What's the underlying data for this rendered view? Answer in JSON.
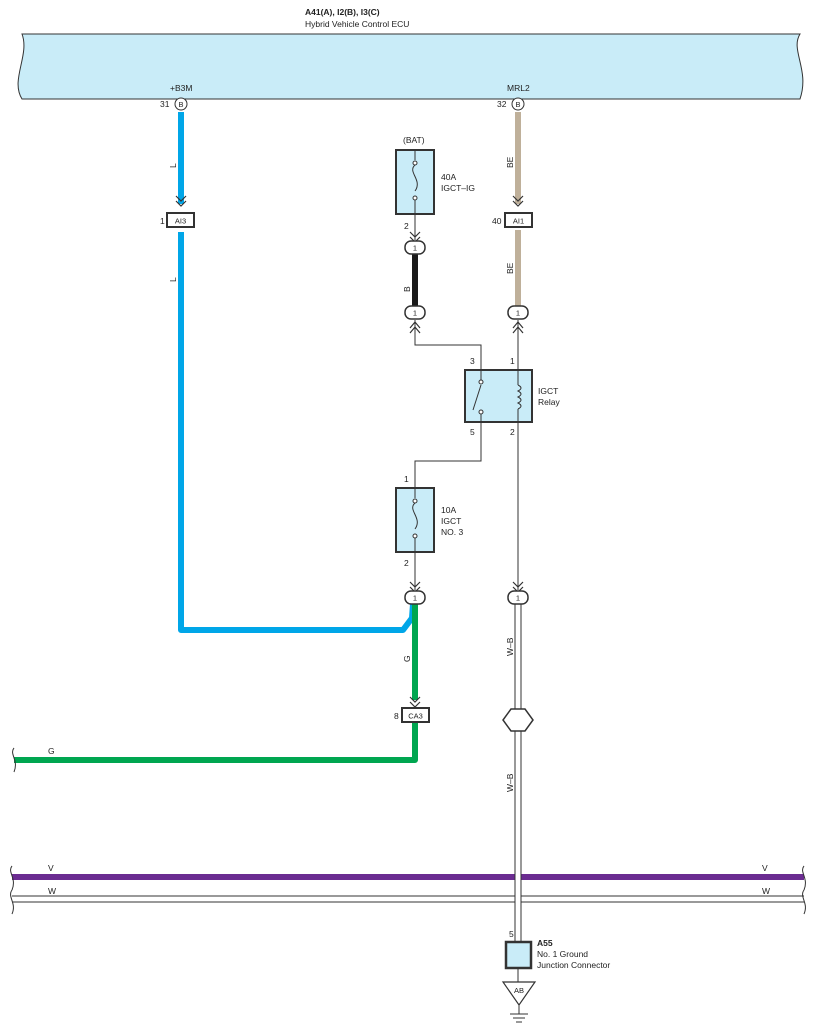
{
  "ecu": {
    "code": "A41(A), I2(B), I3(C)",
    "name": "Hybrid Vehicle Control ECU",
    "pin_left": {
      "name": "+B3M",
      "number": "31",
      "conn": "B"
    },
    "pin_right": {
      "name": "MRL2",
      "number": "32",
      "conn": "B"
    }
  },
  "wire_colors": {
    "L": "#00a6e8",
    "G": "#00a650",
    "B": "#1a1a1a",
    "BE": "#bfb09a",
    "V": "#6b2c91",
    "W": "#ffffff",
    "WB": "#ffffff",
    "ecu_fill": "#c9ecf8"
  },
  "wire_labels": {
    "l_upper": "L",
    "l_lower": "L",
    "be_upper": "BE",
    "be_lower": "BE",
    "b": "B",
    "g_vert": "G",
    "g_horiz": "G",
    "wb_upper": "W–B",
    "wb_lower": "W–B",
    "v_left": "V",
    "v_right": "V",
    "w_left": "W",
    "w_right": "W"
  },
  "connectors": {
    "ai3": {
      "id": "AI3",
      "pin": "1"
    },
    "ai1": {
      "id": "AI1",
      "pin": "40"
    },
    "ca3": {
      "id": "CA3",
      "pin": "8"
    },
    "fuse1_top_pin": "1",
    "fuse1_bot_pin": "1",
    "be_top_pin": "1",
    "be_bot_pin": "1",
    "g_top_pin": "1",
    "wb_top_pin": "1"
  },
  "fuse_igct_ig": {
    "source": "(BAT)",
    "rating": "40A",
    "name": "IGCT–IG",
    "pin_out": "2"
  },
  "relay": {
    "name_line1": "IGCT",
    "name_line2": "Relay",
    "pin_3": "3",
    "pin_1": "1",
    "pin_5": "5",
    "pin_2": "2"
  },
  "fuse_igct3": {
    "rating": "10A",
    "name_line1": "IGCT",
    "name_line2": "NO. 3",
    "pin_in": "1",
    "pin_out": "2"
  },
  "ground_junction": {
    "code": "A55",
    "line1": "No.  1 Ground",
    "line2": "Junction Connector",
    "pin": "5"
  },
  "ground": {
    "label": "AB"
  }
}
